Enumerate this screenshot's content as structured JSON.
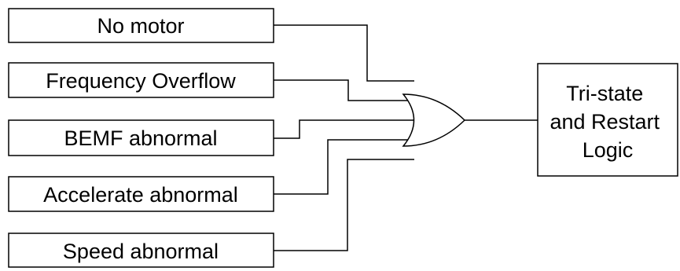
{
  "inputs": [
    {
      "label": "No motor"
    },
    {
      "label": "Frequency Overflow"
    },
    {
      "label": "BEMF abnormal"
    },
    {
      "label": "Accelerate abnormal"
    },
    {
      "label": "Speed abnormal"
    }
  ],
  "output": {
    "lines": [
      "Tri-state",
      "and Restart",
      "Logic"
    ]
  },
  "gate": {
    "type": "OR"
  }
}
